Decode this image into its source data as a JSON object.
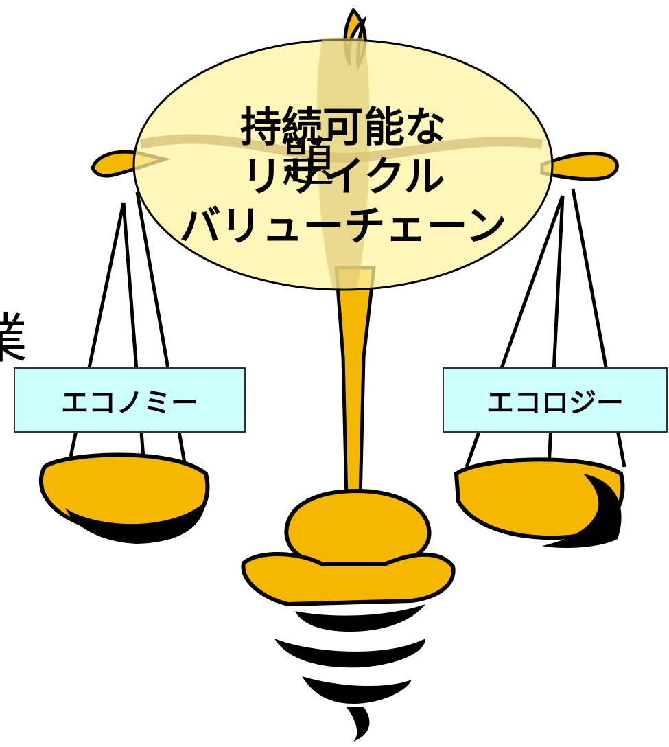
{
  "colors": {
    "gold": "#f5b800",
    "gold_dark": "#c89000",
    "ellipse_fill": "#fff5a8",
    "label_fill": "#ccffff",
    "outline": "#000000"
  },
  "left_text_fragments": {
    "fragment_top": "題",
    "fragment_bottom": "業"
  },
  "center_title": {
    "line1": "持続可能な",
    "line2": "リサイクル",
    "line3": "バリューチェーン"
  },
  "pans": {
    "left_label": "エコノミー",
    "right_label": "エコロジー"
  }
}
